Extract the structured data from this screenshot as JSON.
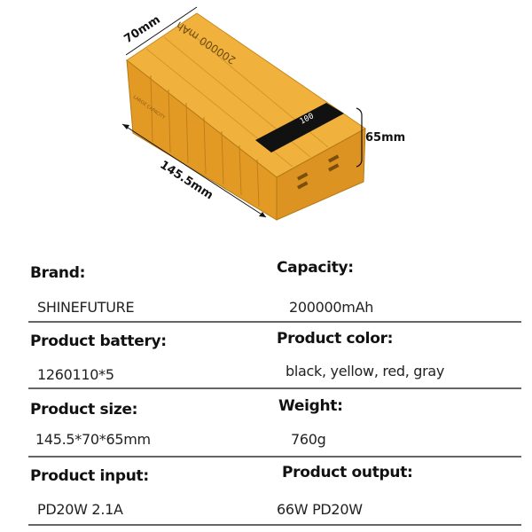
{
  "product_image": {
    "body_color": "#E8A52E",
    "screen_reading": "100",
    "top_label": "200000 mAh",
    "side_label": "LARGE CAPACITY",
    "dimensions": {
      "width": "70mm",
      "length": "145.5mm",
      "height": "65mm"
    }
  },
  "specs": [
    {
      "left": {
        "label": "Brand:",
        "value": "SHINEFUTURE"
      },
      "right": {
        "label": "Capacity:",
        "value": "200000mAh"
      }
    },
    {
      "left": {
        "label": "Product battery:",
        "value": "1260110*5"
      },
      "right": {
        "label": "Product color:",
        "value": "black, yellow, red, gray"
      }
    },
    {
      "left": {
        "label": "Product size:",
        "value": "145.5*70*65mm"
      },
      "right": {
        "label": "Weight:",
        "value": "760g"
      }
    },
    {
      "left": {
        "label": "Product input:",
        "value": "PD20W 2.1A"
      },
      "right": {
        "label": "Product output:",
        "value": "66W PD20W"
      }
    }
  ]
}
